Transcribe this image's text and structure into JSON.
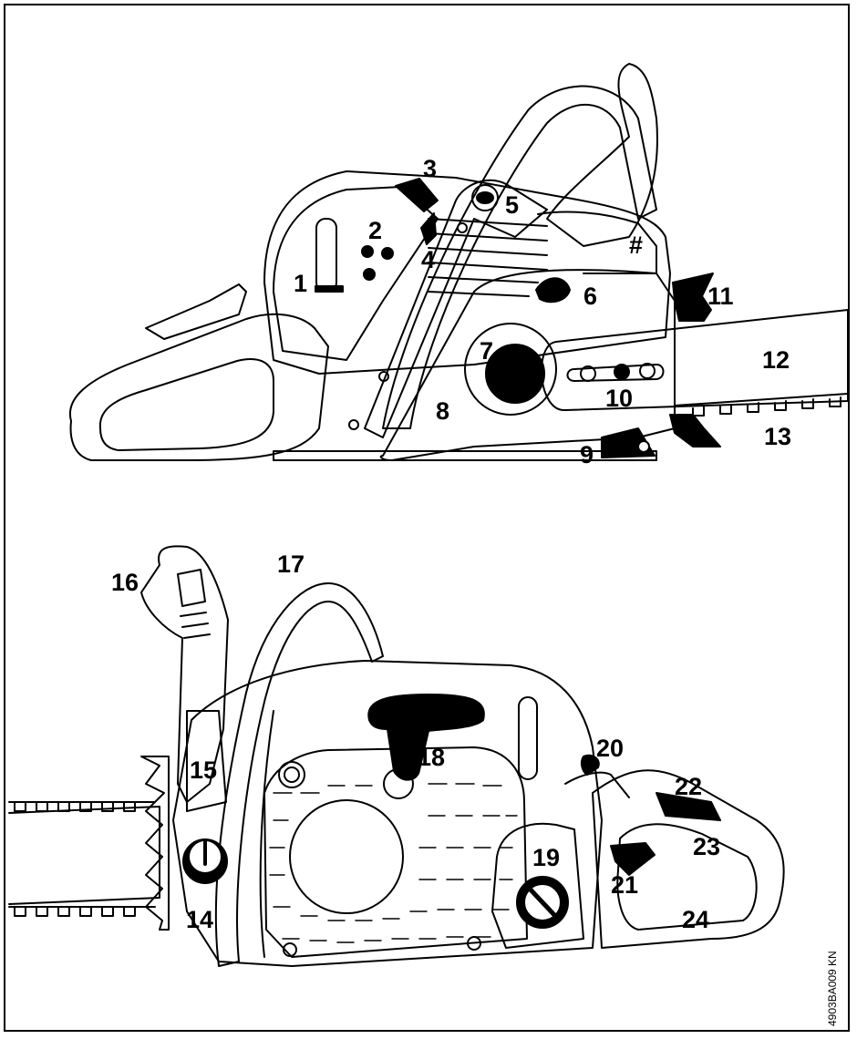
{
  "callouts": {
    "c1": "1",
    "c2": "2",
    "c3": "3",
    "c4": "4",
    "c5": "5",
    "hash": "#",
    "c6": "6",
    "c7": "7",
    "c8": "8",
    "c9": "9",
    "c10": "10",
    "c11": "11",
    "c12": "12",
    "c13": "13",
    "c14": "14",
    "c15": "15",
    "c16": "16",
    "c17": "17",
    "c18": "18",
    "c19": "19",
    "c20": "20",
    "c21": "21",
    "c22": "22",
    "c23": "23",
    "c24": "24"
  },
  "drawing_code": "4903BA009 KN",
  "colors": {
    "ink": "#000000",
    "paper": "#ffffff"
  }
}
